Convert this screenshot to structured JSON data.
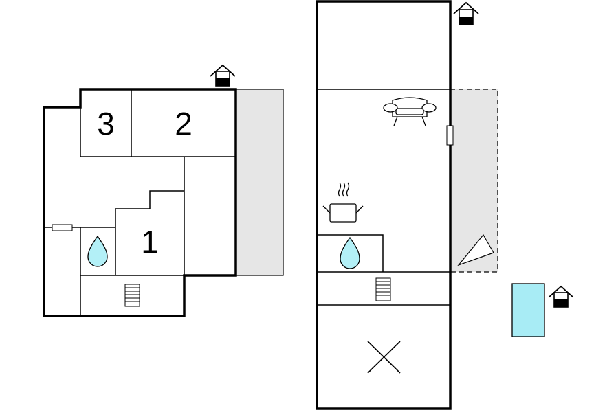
{
  "floor_plan": {
    "left_floor": {
      "rooms": [
        {
          "label": "3"
        },
        {
          "label": "2"
        },
        {
          "label": "1"
        }
      ]
    },
    "icons": [
      "house-entrance-icon",
      "bathroom-water-drop-icon",
      "staircase-icon",
      "sofa-icon",
      "cooking-pot-icon",
      "void-cross-icon",
      "swimming-pool-icon",
      "terrace-awning-icon",
      "window-icon"
    ],
    "colors": {
      "terrace": "#e6e6e6",
      "water_drop": "#b3f0f7",
      "pool": "#a8ecf5",
      "wall": "#000000"
    }
  }
}
